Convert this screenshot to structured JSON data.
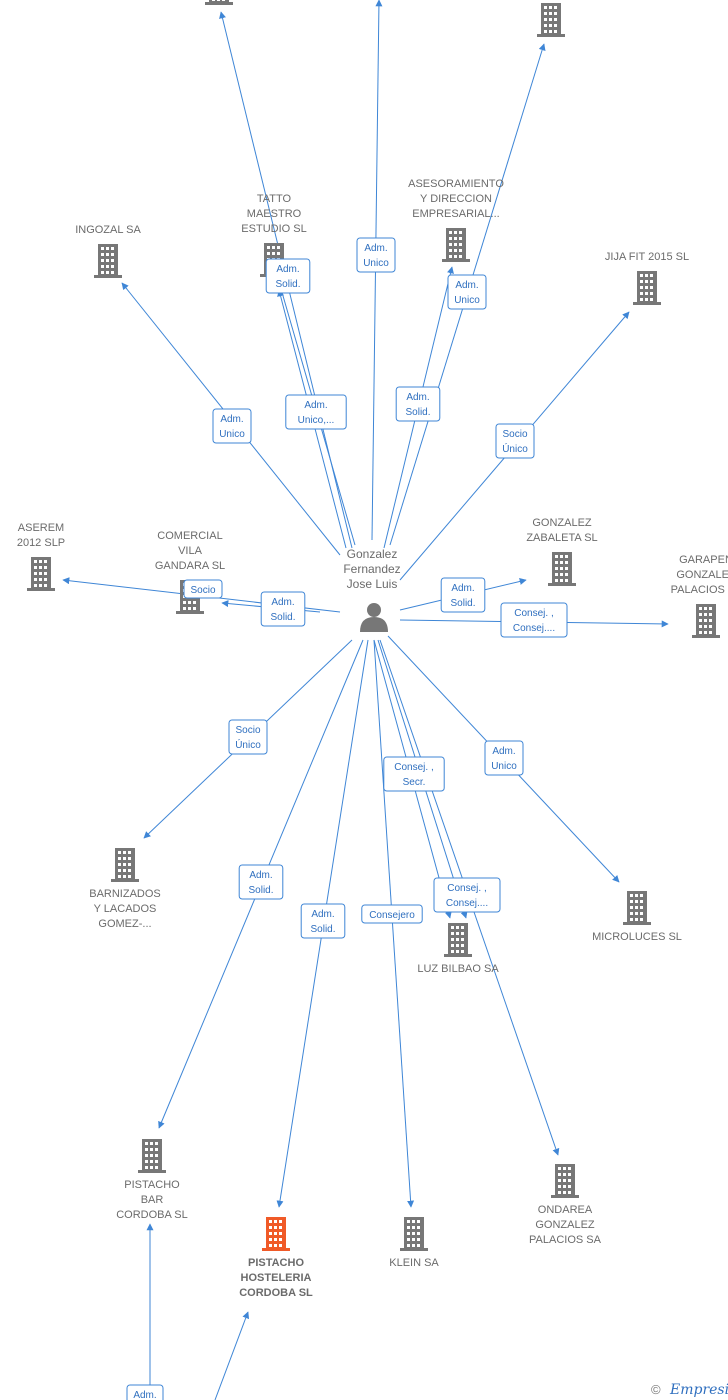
{
  "center": {
    "name_lines": [
      "Gonzalez",
      "Fernandez",
      "Jose Luis"
    ],
    "icon": "person-icon"
  },
  "colors": {
    "edge": "#3f86d6",
    "building": "#777777",
    "building_focus": "#f05a28",
    "label": "#6b6b6b"
  },
  "companies": [
    {
      "id": "top-left",
      "lines": [],
      "icon": "building-icon"
    },
    {
      "id": "top-right",
      "lines": [],
      "icon": "building-icon"
    },
    {
      "id": "ingozal",
      "lines": [
        "INGOZAL SA"
      ],
      "icon": "building-icon"
    },
    {
      "id": "tatto",
      "lines": [
        "TATTO",
        "MAESTRO",
        "ESTUDIO  SL"
      ],
      "icon": "building-icon"
    },
    {
      "id": "asesoramiento",
      "lines": [
        "ASESORAMIENTO",
        "Y DIRECCION",
        "EMPRESARIAL..."
      ],
      "icon": "building-icon"
    },
    {
      "id": "jija",
      "lines": [
        "JIJA FIT 2015  SL"
      ],
      "icon": "building-icon"
    },
    {
      "id": "aserem",
      "lines": [
        "ASEREM",
        "2012 SLP"
      ],
      "icon": "building-icon"
    },
    {
      "id": "comercial",
      "lines": [
        "COMERCIAL",
        "VILA",
        "GANDARA SL"
      ],
      "icon": "building-icon"
    },
    {
      "id": "zabaleta",
      "lines": [
        "GONZALEZ",
        "ZABALETA SL"
      ],
      "icon": "building-icon"
    },
    {
      "id": "garapen",
      "lines": [
        "GARAPEN",
        "GONZALEZ",
        "PALACIOS  SL"
      ],
      "icon": "building-icon"
    },
    {
      "id": "barnizados",
      "lines": [
        "BARNIZADOS",
        "Y LACADOS",
        "GOMEZ-..."
      ],
      "icon": "building-icon"
    },
    {
      "id": "microluces",
      "lines": [
        "MICROLUCES SL"
      ],
      "icon": "building-icon"
    },
    {
      "id": "luzbilbao",
      "lines": [
        "LUZ BILBAO SA"
      ],
      "icon": "building-icon"
    },
    {
      "id": "pistachobar",
      "lines": [
        "PISTACHO",
        "BAR",
        "CORDOBA  SL"
      ],
      "icon": "building-icon"
    },
    {
      "id": "pistachohost",
      "lines": [
        "PISTACHO",
        "HOSTELERIA",
        "CORDOBA  SL"
      ],
      "icon": "building-icon",
      "focus": true
    },
    {
      "id": "klein",
      "lines": [
        "KLEIN SA"
      ],
      "icon": "building-icon"
    },
    {
      "id": "ondarea",
      "lines": [
        "ONDAREA",
        "GONZALEZ",
        "PALACIOS SA"
      ],
      "icon": "building-icon"
    }
  ],
  "edge_labels": [
    {
      "id": "adm-unico-top",
      "lines": [
        "Adm.",
        "Unico"
      ]
    },
    {
      "id": "adm-solid-tatto",
      "lines": [
        "Adm.",
        "Solid."
      ]
    },
    {
      "id": "adm-unico-asesor",
      "lines": [
        "Adm.",
        "Unico"
      ]
    },
    {
      "id": "adm-unico-ingozal",
      "lines": [
        "Adm.",
        "Unico"
      ]
    },
    {
      "id": "adm-unico-tatto",
      "lines": [
        "Adm.",
        "Unico,..."
      ]
    },
    {
      "id": "adm-solid-asesor",
      "lines": [
        "Adm.",
        "Solid."
      ]
    },
    {
      "id": "socio-unico-jija",
      "lines": [
        "Socio",
        "Único"
      ]
    },
    {
      "id": "socio-aserem",
      "lines": [
        "Socio"
      ]
    },
    {
      "id": "adm-solid-comercial",
      "lines": [
        "Adm.",
        "Solid."
      ]
    },
    {
      "id": "adm-solid-zabaleta",
      "lines": [
        "Adm.",
        "Solid."
      ]
    },
    {
      "id": "consej-garapen",
      "lines": [
        "Consej. ,",
        "Consej...."
      ]
    },
    {
      "id": "socio-unico-barnizados",
      "lines": [
        "Socio",
        "Único"
      ]
    },
    {
      "id": "consej-secr",
      "lines": [
        "Consej. ,",
        "Secr."
      ]
    },
    {
      "id": "adm-unico-microluces",
      "lines": [
        "Adm.",
        "Unico"
      ]
    },
    {
      "id": "adm-solid-pistachobar",
      "lines": [
        "Adm.",
        "Solid."
      ]
    },
    {
      "id": "adm-solid-pistachohost",
      "lines": [
        "Adm.",
        "Solid."
      ]
    },
    {
      "id": "consejero-klein",
      "lines": [
        "Consejero"
      ]
    },
    {
      "id": "consej-ondarea",
      "lines": [
        "Consej. ,",
        "Consej...."
      ]
    },
    {
      "id": "adm-bottom",
      "lines": [
        "Adm."
      ]
    }
  ],
  "footer": {
    "copyright": "©",
    "brand": "Empresia"
  }
}
